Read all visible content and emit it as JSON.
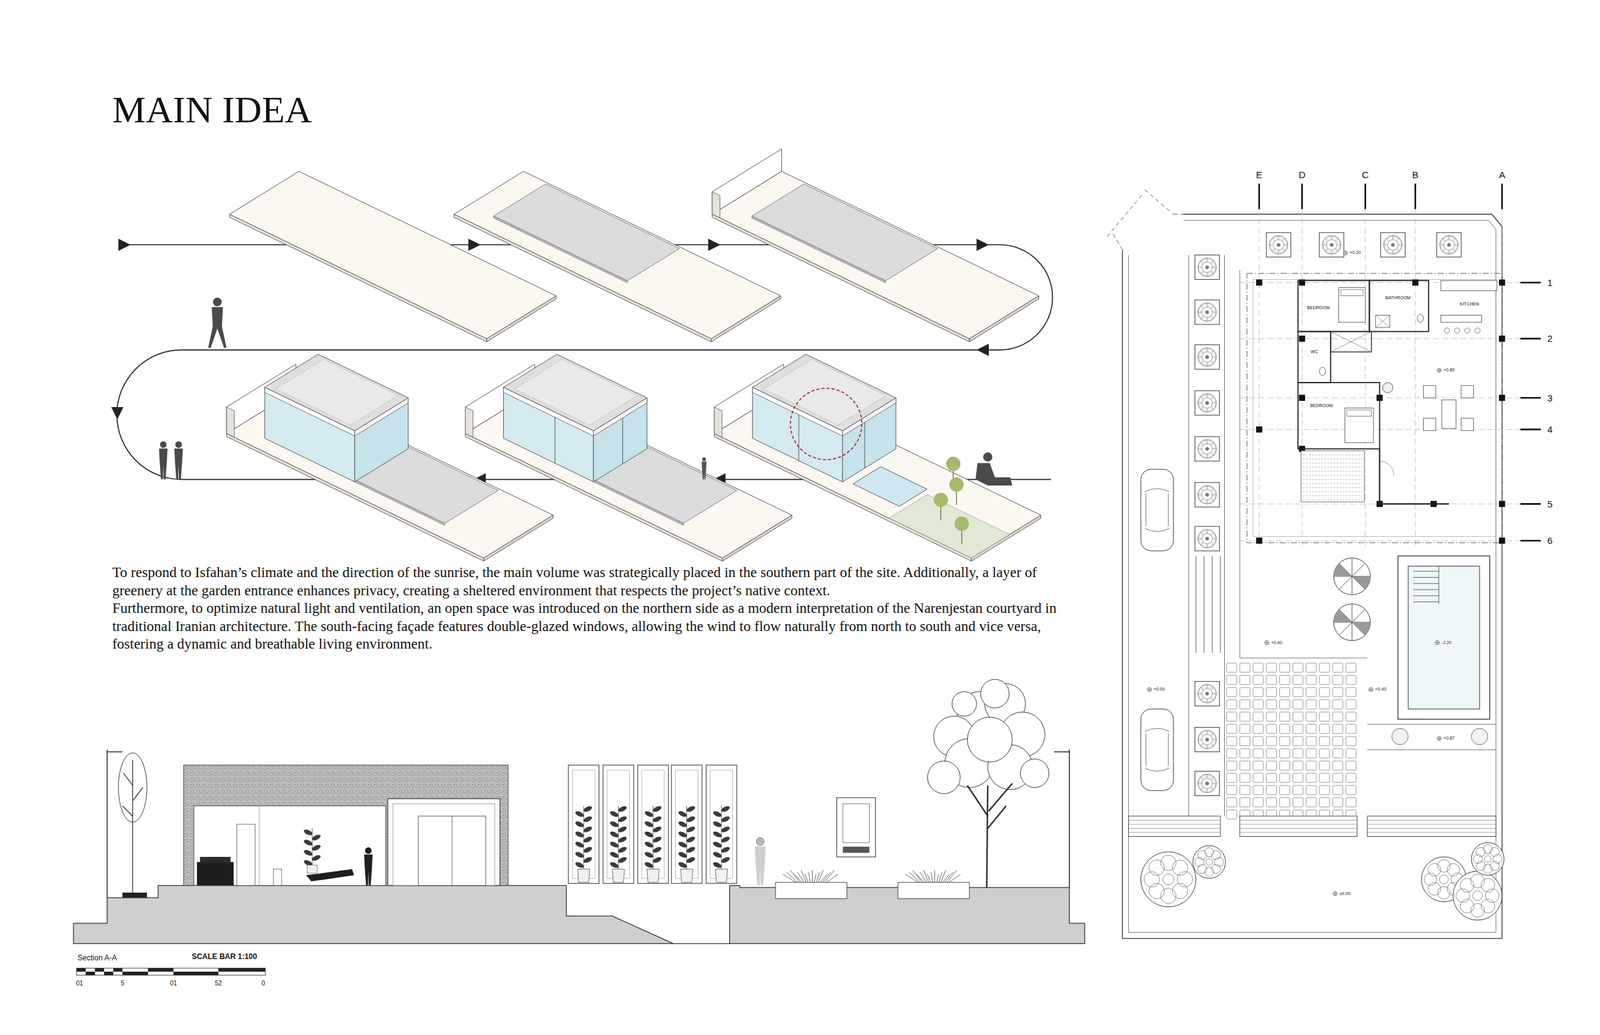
{
  "diagram": {
    "title": "MAIN IDEA",
    "labels": [
      "To respond to Isfahan’s climate and the direction of the sunrise, the main volume was strategically placed in the southern part of the site. Additionally, a layer of greenery at the garden entrance enhances privacy, creating a sheltered environment that respects the project’s native context.",
      "Furthermore, to optimize natural light and ventilation, an open space was introduced on the northern side as a modern interpretation of the Narenjestan courtyard in traditional Iranian architecture. The south-facing façade features double-glazed windows, allowing the wind to flow naturally from north to south and vice versa, fostering a dynamic and breathable living environment.",
      "Section A-A",
      "SCALE BAR 1:100",
      "01",
      "5",
      "01",
      "52",
      "0",
      "E",
      "D",
      "C",
      "B",
      "A",
      "1",
      "2",
      "3",
      "4",
      "5",
      "6",
      "BEDROOM",
      "BATHROOM",
      "KITCHEN",
      "WC",
      "BEDROOM",
      "+0.20",
      "+0.80",
      "+0.40",
      "-2.20",
      "+0.00",
      "+0.40",
      "+0.87",
      "±0.00"
    ]
  }
}
